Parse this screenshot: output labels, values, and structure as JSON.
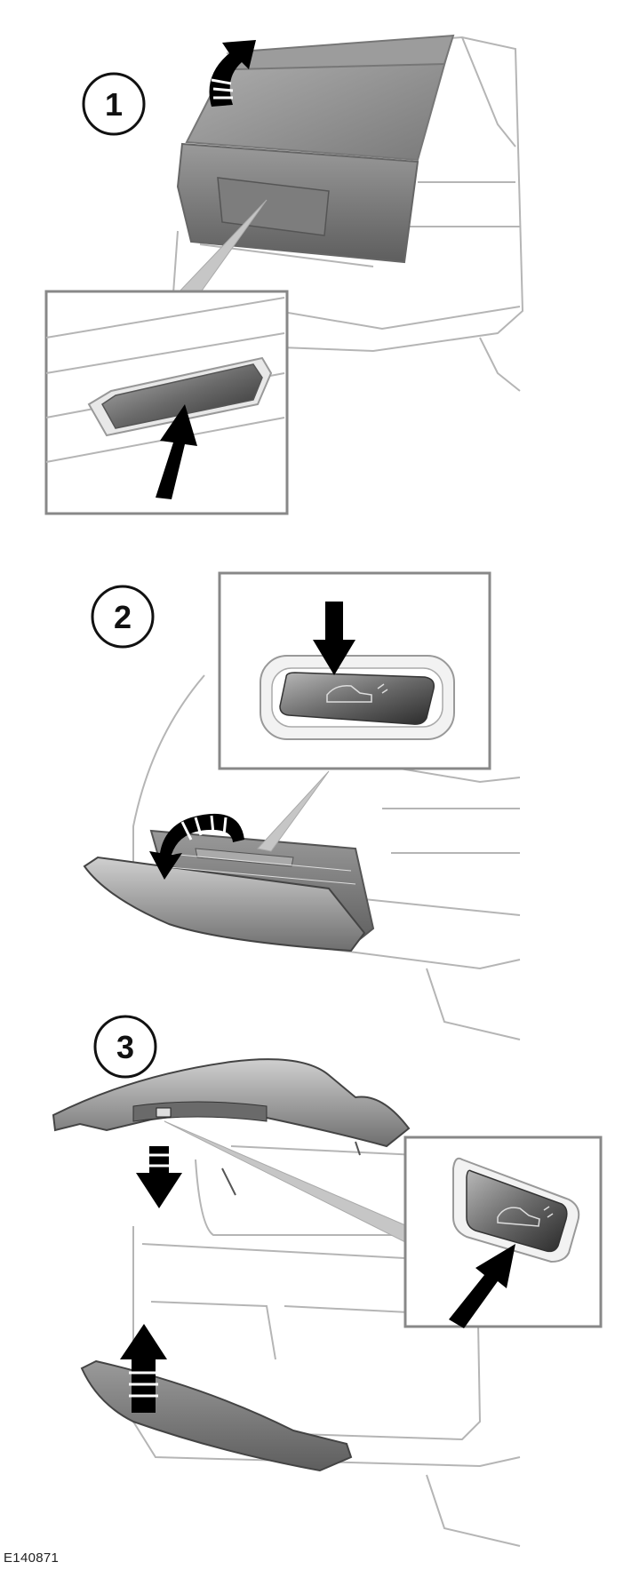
{
  "steps": [
    {
      "number": "1"
    },
    {
      "number": "2"
    },
    {
      "number": "3"
    }
  ],
  "reference_code": "E140871",
  "colors": {
    "outline": "#b5b5b5",
    "glass": "#8a8a8a",
    "panel": "#6e6e6e",
    "arrow": "#000000",
    "frame": "#888888"
  },
  "icons": [
    "arrow-up-icon",
    "arrow-down-icon",
    "curved-arrow-icon",
    "tailgate-release-icon"
  ]
}
